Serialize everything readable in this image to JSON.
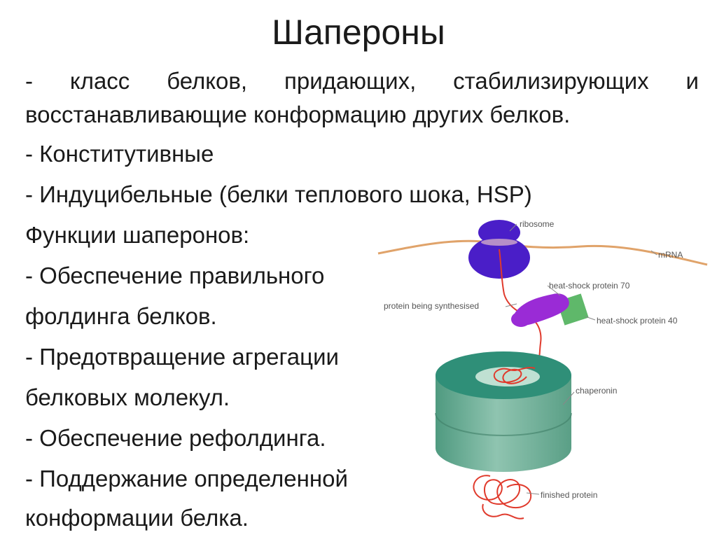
{
  "title": "Шапероны",
  "text_lines": [
    "- класс белков, придающих, стабилизирующих и",
    "восстанавливающие конформацию других белков.",
    "- Конститутивные",
    "- Индуцибельные (белки теплового шока, HSP)",
    "Функции шаперонов:",
    "- Обеспечение правильного",
    "фолдинга белков.",
    "- Предотвращение агрегации",
    "белковых молекул.",
    "- Обеспечение рефолдинга.",
    "- Поддержание определенной",
    "конформации белка."
  ],
  "diagram": {
    "labels": {
      "ribosome": "ribosome",
      "mrna": "mRNA",
      "protein_synth": "protein being synthesised",
      "hsp70": "heat-shock protein 70",
      "hsp40": "heat-shock protein 40",
      "chaperonin": "chaperonin",
      "finished": "finished protein"
    },
    "colors": {
      "ribosome": "#4a1ec8",
      "mrna": "#e0a36a",
      "protein_chain": "#e03a2c",
      "hsp70": "#9a2bd6",
      "hsp40": "#5fb86a",
      "chaperonin_top": "#2f8f78",
      "chaperonin_side": "#6aaa92"
    }
  }
}
